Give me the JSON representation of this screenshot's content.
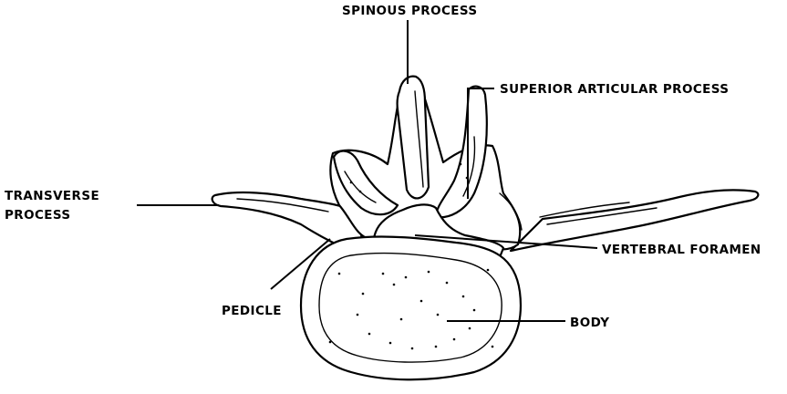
{
  "labels": {
    "spinous_process": "SPINOUS PROCESS",
    "superior_articular_process": "SUPERIOR ARTICULAR PROCESS",
    "transverse_process_line1": "TRANSVERSE",
    "transverse_process_line2": "PROCESS",
    "vertebral_foramen": "VERTEBRAL FORAMEN",
    "pedicle": "PEDICLE",
    "body": "BODY"
  }
}
